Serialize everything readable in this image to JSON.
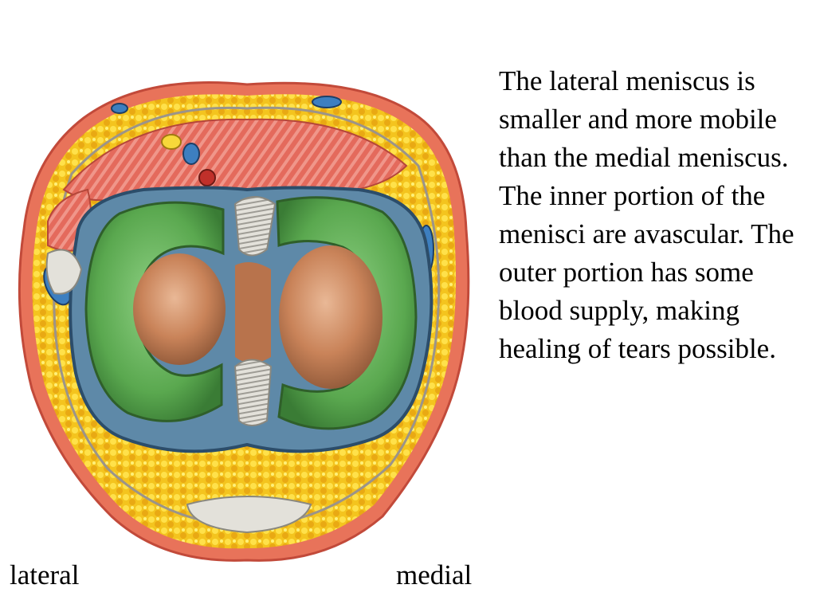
{
  "slide": {
    "caption": "The lateral meniscus is smaller and more mobile than the medial meniscus. The inner portion of the menisci are avascular. The outer portion has some blood supply, making healing of tears possible.",
    "labels": {
      "lateral": "lateral",
      "medial": "medial"
    }
  },
  "colors": {
    "skin": "#e8735a",
    "fat": "#f2c21a",
    "muscle": "#e05d4f",
    "meniscus": "#5fae58",
    "cartilage": "#c8805a",
    "capsule": "#3e6f9a",
    "ligament": "#d8d6cf"
  }
}
